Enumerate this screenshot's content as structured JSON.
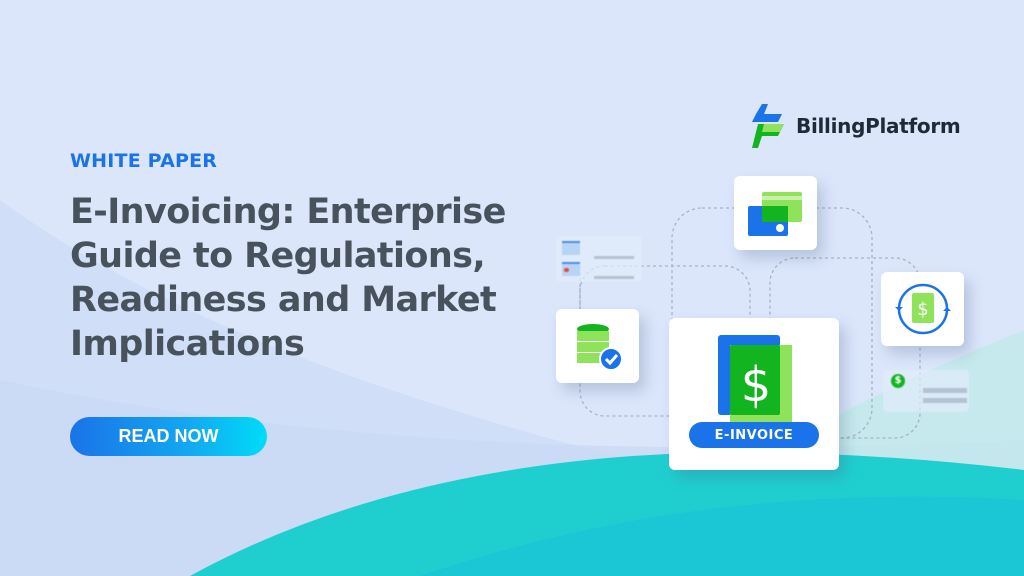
{
  "eyebrow": "WHITE PAPER",
  "title_lines": [
    "E-Invoicing: Enterprise",
    "Guide to Regulations,",
    "Readiness and Market",
    "Implications"
  ],
  "cta_label": "READ NOW",
  "brand": {
    "name": "BillingPlatform"
  },
  "illustration": {
    "badge_label": "E-INVOICE",
    "dollar_symbol": "$",
    "icons": [
      "credit-card-icon",
      "database-check-icon",
      "recurring-dollar-icon",
      "e-invoice-icon"
    ]
  },
  "colors": {
    "accent": "#1a73e8",
    "green": "#12b51f",
    "light_green": "#8ee35a",
    "teal": "#1fcfd0",
    "text": "#47525c",
    "background": "#dbe6fb"
  }
}
